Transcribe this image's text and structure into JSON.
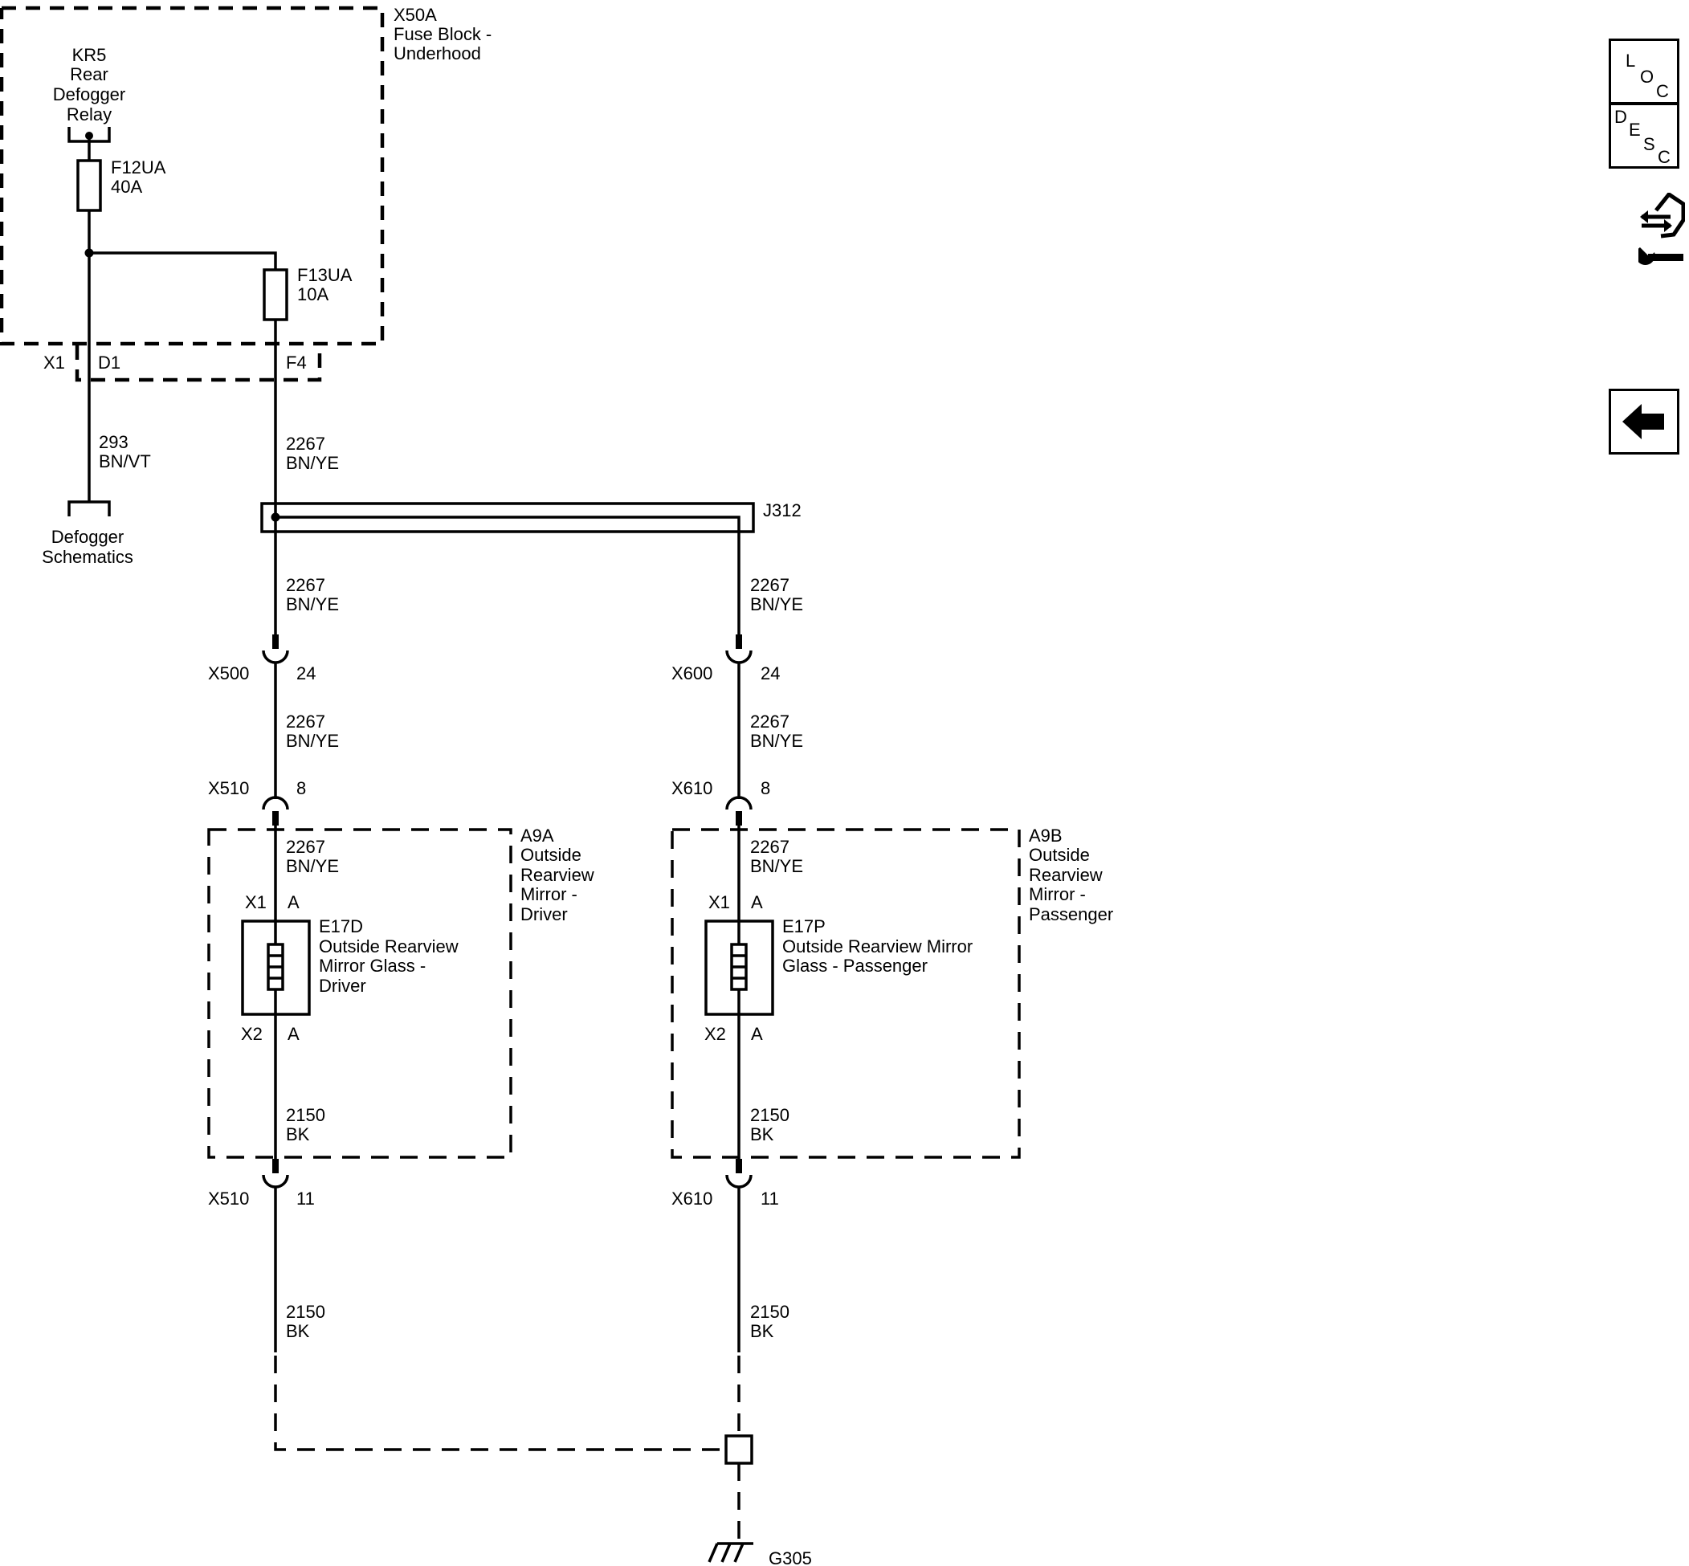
{
  "fuse_block": {
    "id": "X50A",
    "name_line1": "Fuse Block -",
    "name_line2": "Underhood",
    "connector": "X1",
    "pin_d1": "D1",
    "pin_f4": "F4"
  },
  "relay": {
    "id": "KR5",
    "line1": "Rear",
    "line2": "Defogger",
    "line3": "Relay"
  },
  "fuses": [
    {
      "id": "F12UA",
      "rating": "40A"
    },
    {
      "id": "F13UA",
      "rating": "10A"
    }
  ],
  "circuits": {
    "defog": {
      "number": "293",
      "color": "BN/VT"
    },
    "power": {
      "number": "2267",
      "color": "BN/YE"
    },
    "ground": {
      "number": "2150",
      "color": "BK"
    }
  },
  "defogger_ref": {
    "line1": "Defogger",
    "line2": "Schematics"
  },
  "splice": {
    "id": "J312"
  },
  "connectors": {
    "driver_inline": {
      "id": "X500",
      "pin": "24"
    },
    "pass_inline": {
      "id": "X600",
      "pin": "24"
    },
    "driver_mirror_top": {
      "id": "X510",
      "pin": "8"
    },
    "pass_mirror_top": {
      "id": "X610",
      "pin": "8"
    },
    "driver_mirror_bottom": {
      "id": "X510",
      "pin": "11"
    },
    "pass_mirror_bottom": {
      "id": "X610",
      "pin": "11"
    }
  },
  "mirrors": [
    {
      "module_id": "A9A",
      "module_line1": "Outside",
      "module_line2": "Rearview",
      "module_line3": "Mirror -",
      "module_line4": "Driver",
      "x1": "X1",
      "x1_pin": "A",
      "x2": "X2",
      "x2_pin": "A",
      "element_id": "E17D",
      "element_line1": "Outside Rearview",
      "element_line2": "Mirror Glass -",
      "element_line3": "Driver"
    },
    {
      "module_id": "A9B",
      "module_line1": "Outside",
      "module_line2": "Rearview",
      "module_line3": "Mirror -",
      "module_line4": "Passenger",
      "x1": "X1",
      "x1_pin": "A",
      "x2": "X2",
      "x2_pin": "A",
      "element_id": "E17P",
      "element_line1": "Outside Rearview Mirror",
      "element_line2": "Glass - Passenger"
    }
  ],
  "ground_point": {
    "id": "G305"
  },
  "sidebar": {
    "loc": [
      "L",
      "O",
      "C"
    ],
    "desc": [
      "D",
      "E",
      "S",
      "C"
    ],
    "nav_icon": "connector-wrench-icon",
    "back_icon": "arrow-left-icon"
  }
}
